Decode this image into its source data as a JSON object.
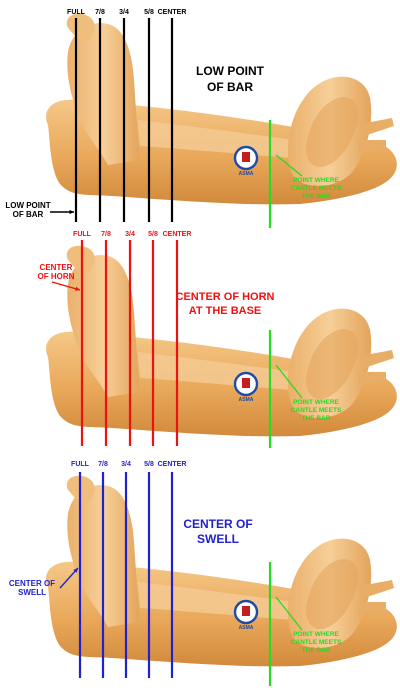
{
  "panels": [
    {
      "id": "low-point",
      "color": "#000000",
      "title": [
        "LOW POINT",
        "OF BAR"
      ],
      "lines": [
        "FULL",
        "7/8",
        "3/4",
        "5/8",
        "CENTER"
      ],
      "callout": [
        "LOW POINT",
        "OF BAR"
      ],
      "cantle_note": [
        "POINT WHERE",
        "CANTLE MEETS",
        "THE BAR"
      ]
    },
    {
      "id": "center-horn",
      "color": "#ee1111",
      "title": [
        "CENTER OF HORN",
        "AT THE BASE"
      ],
      "lines": [
        "FULL",
        "7/8",
        "3/4",
        "5/8",
        "CENTER"
      ],
      "callout": [
        "CENTER",
        "OF HORN"
      ],
      "cantle_note": [
        "POINT WHERE",
        "CANTLE MEETS",
        "THE BAR"
      ]
    },
    {
      "id": "center-swell",
      "color": "#2222cc",
      "title": [
        "CENTER OF",
        "SWELL"
      ],
      "lines": [
        "FULL",
        "7/8",
        "3/4",
        "5/8",
        "CENTER"
      ],
      "callout": [
        "CENTER OF",
        "SWELL"
      ],
      "cantle_note": [
        "POINT WHERE",
        "CANTLE MEETS",
        "THE BAR"
      ]
    }
  ],
  "logo_text": "ASMA",
  "cantle_line_color": "#22dd22"
}
